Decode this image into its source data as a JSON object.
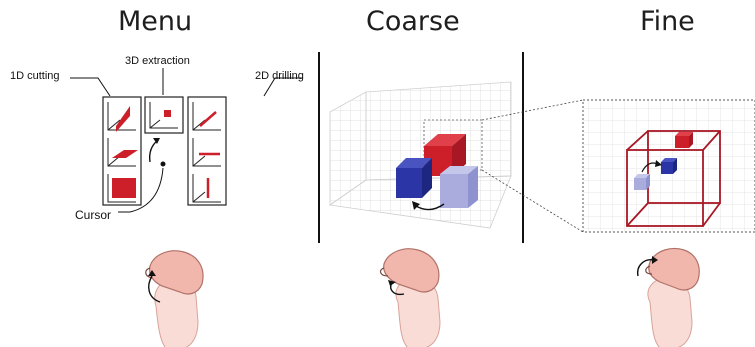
{
  "panels": {
    "menu_title": "Menu",
    "coarse_title": "Coarse",
    "fine_title": "Fine"
  },
  "menu": {
    "label_1d": "1D cutting",
    "label_3d": "3D extraction",
    "label_2d": "2D drilling",
    "cursor_label": "Cursor"
  },
  "colors": {
    "red": "#cc1f2a",
    "dark_red": "#a81824",
    "blue": "#2b35a6",
    "light_blue": "#a9acdc",
    "skin": "#f2b7ac",
    "skin_light": "#f9dcd6",
    "grid": "#d9d9d9",
    "divider": "#111111"
  },
  "icons": [
    "hand-gesture-icon",
    "menu-icon-grid",
    "cube-3d-icon"
  ]
}
